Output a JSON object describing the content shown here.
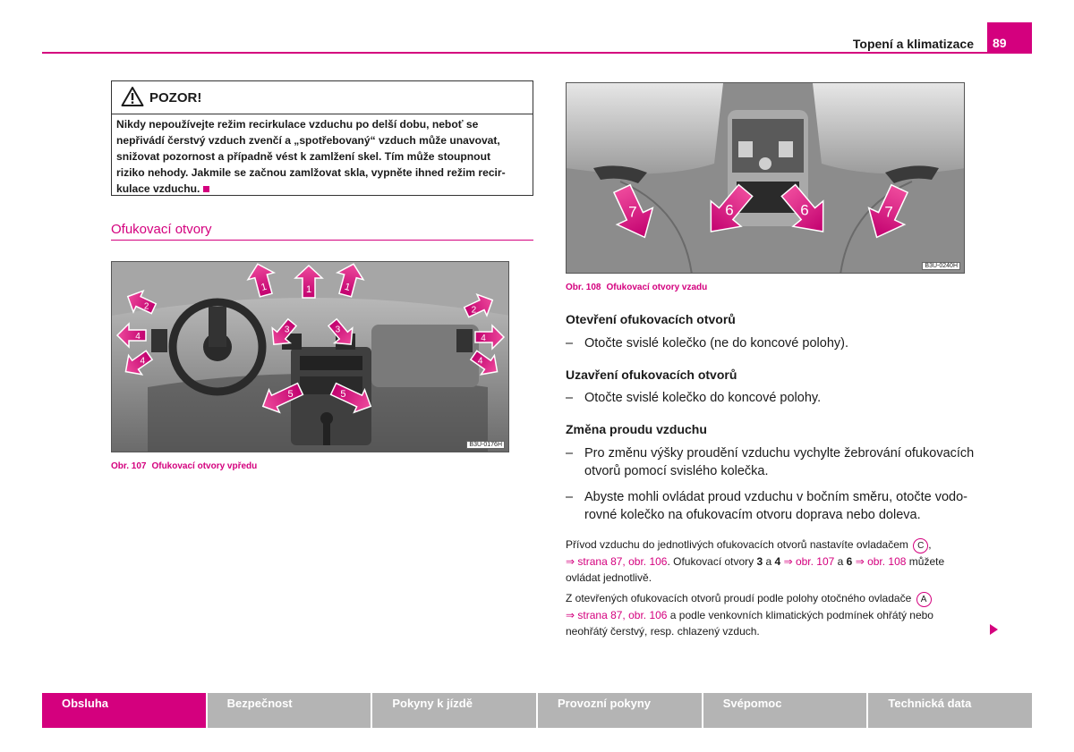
{
  "header": {
    "title": "Topení a klimatizace",
    "page_number": "89"
  },
  "warning": {
    "title": "POZOR!",
    "lines": [
      "Nikdy nepoužívejte režim recirkulace vzduchu po delší dobu, neboť se",
      "nepřivádí čerstvý vzduch zvenčí a „spotřebovaný“ vzduch může unavovat,",
      "snižovat pozornost a případně vést k zamlžení skel. Tím může stoupnout",
      "riziko nehody. Jakmile se začnou zamlžovat skla, vypněte ihned režim recir-",
      "kulace vzduchu."
    ]
  },
  "section": {
    "title": "Ofukovací otvory"
  },
  "figures": {
    "fig107": {
      "code": "B3U-0176H",
      "caption_num": "Obr. 107",
      "caption_text": "Ofukovací otvory vpředu",
      "arrow_labels": [
        "1",
        "1",
        "1",
        "2",
        "2",
        "4",
        "4",
        "4",
        "4",
        "3",
        "3",
        "5",
        "5"
      ]
    },
    "fig108": {
      "code": "B3U-0240H",
      "caption_num": "Obr. 108",
      "caption_text": "Ofukovací otvory vzadu",
      "arrow_labels": [
        "7",
        "6",
        "6",
        "7"
      ]
    }
  },
  "content": {
    "s1_title": "Otevření ofukovacích otvorů",
    "s1_item": "Otočte svislé kolečko (ne do koncové polohy).",
    "s2_title": "Uzavření ofukovacích otvorů",
    "s2_item": "Otočte svislé kolečko do koncové polohy.",
    "s3_title": "Změna proudu vzduchu",
    "s3_item1_l1": "Pro změnu výšky proudění vzduchu vychylte žebrování ofukovacích",
    "s3_item1_l2": "otvorů pomocí svislého kolečka.",
    "s3_item2_l1": "Abyste mohli ovládat proud vzduchu v bočním směru, otočte vodo-",
    "s3_item2_l2": "rovné kolečko na ofukovacím otvoru doprava nebo doleva.",
    "dash": "–",
    "p1_a": "Přívod vzduchu do jednotlivých ofukovacích otvorů nastavíte ovladačem",
    "p1_c": "C",
    "p1_comma": ",",
    "p1_link1": "⇒ strana 87, obr. 106",
    "p1_b": ". Ofukovací otvory ",
    "p1_n3": "3",
    "p1_a2": " a ",
    "p1_n4": "4",
    "p1_link2": " ⇒ obr. 107",
    "p1_a3": " a ",
    "p1_n6": "6",
    "p1_link3": " ⇒ obr. 108",
    "p1_end1": " můžete",
    "p1_end2": "ovládat jednotlivě.",
    "p2_a": "Z otevřených ofukovacích otvorů proudí podle polohy otočného ovladače",
    "p2_c": "A",
    "p2_link": "⇒ strana 87, obr. 106",
    "p2_b": " a podle venkovních klimatických podmínek ohřátý nebo",
    "p2_c2": "neohřátý čerstvý, resp. chlazený vzduch."
  },
  "footer": {
    "tabs": [
      "Obsluha",
      "Bezpečnost",
      "Pokyny k jízdě",
      "Provozní pokyny",
      "Svépomoc",
      "Technická data"
    ],
    "active_index": 0
  },
  "colors": {
    "accent": "#d4007e",
    "tab_inactive": "#b4b4b4"
  }
}
